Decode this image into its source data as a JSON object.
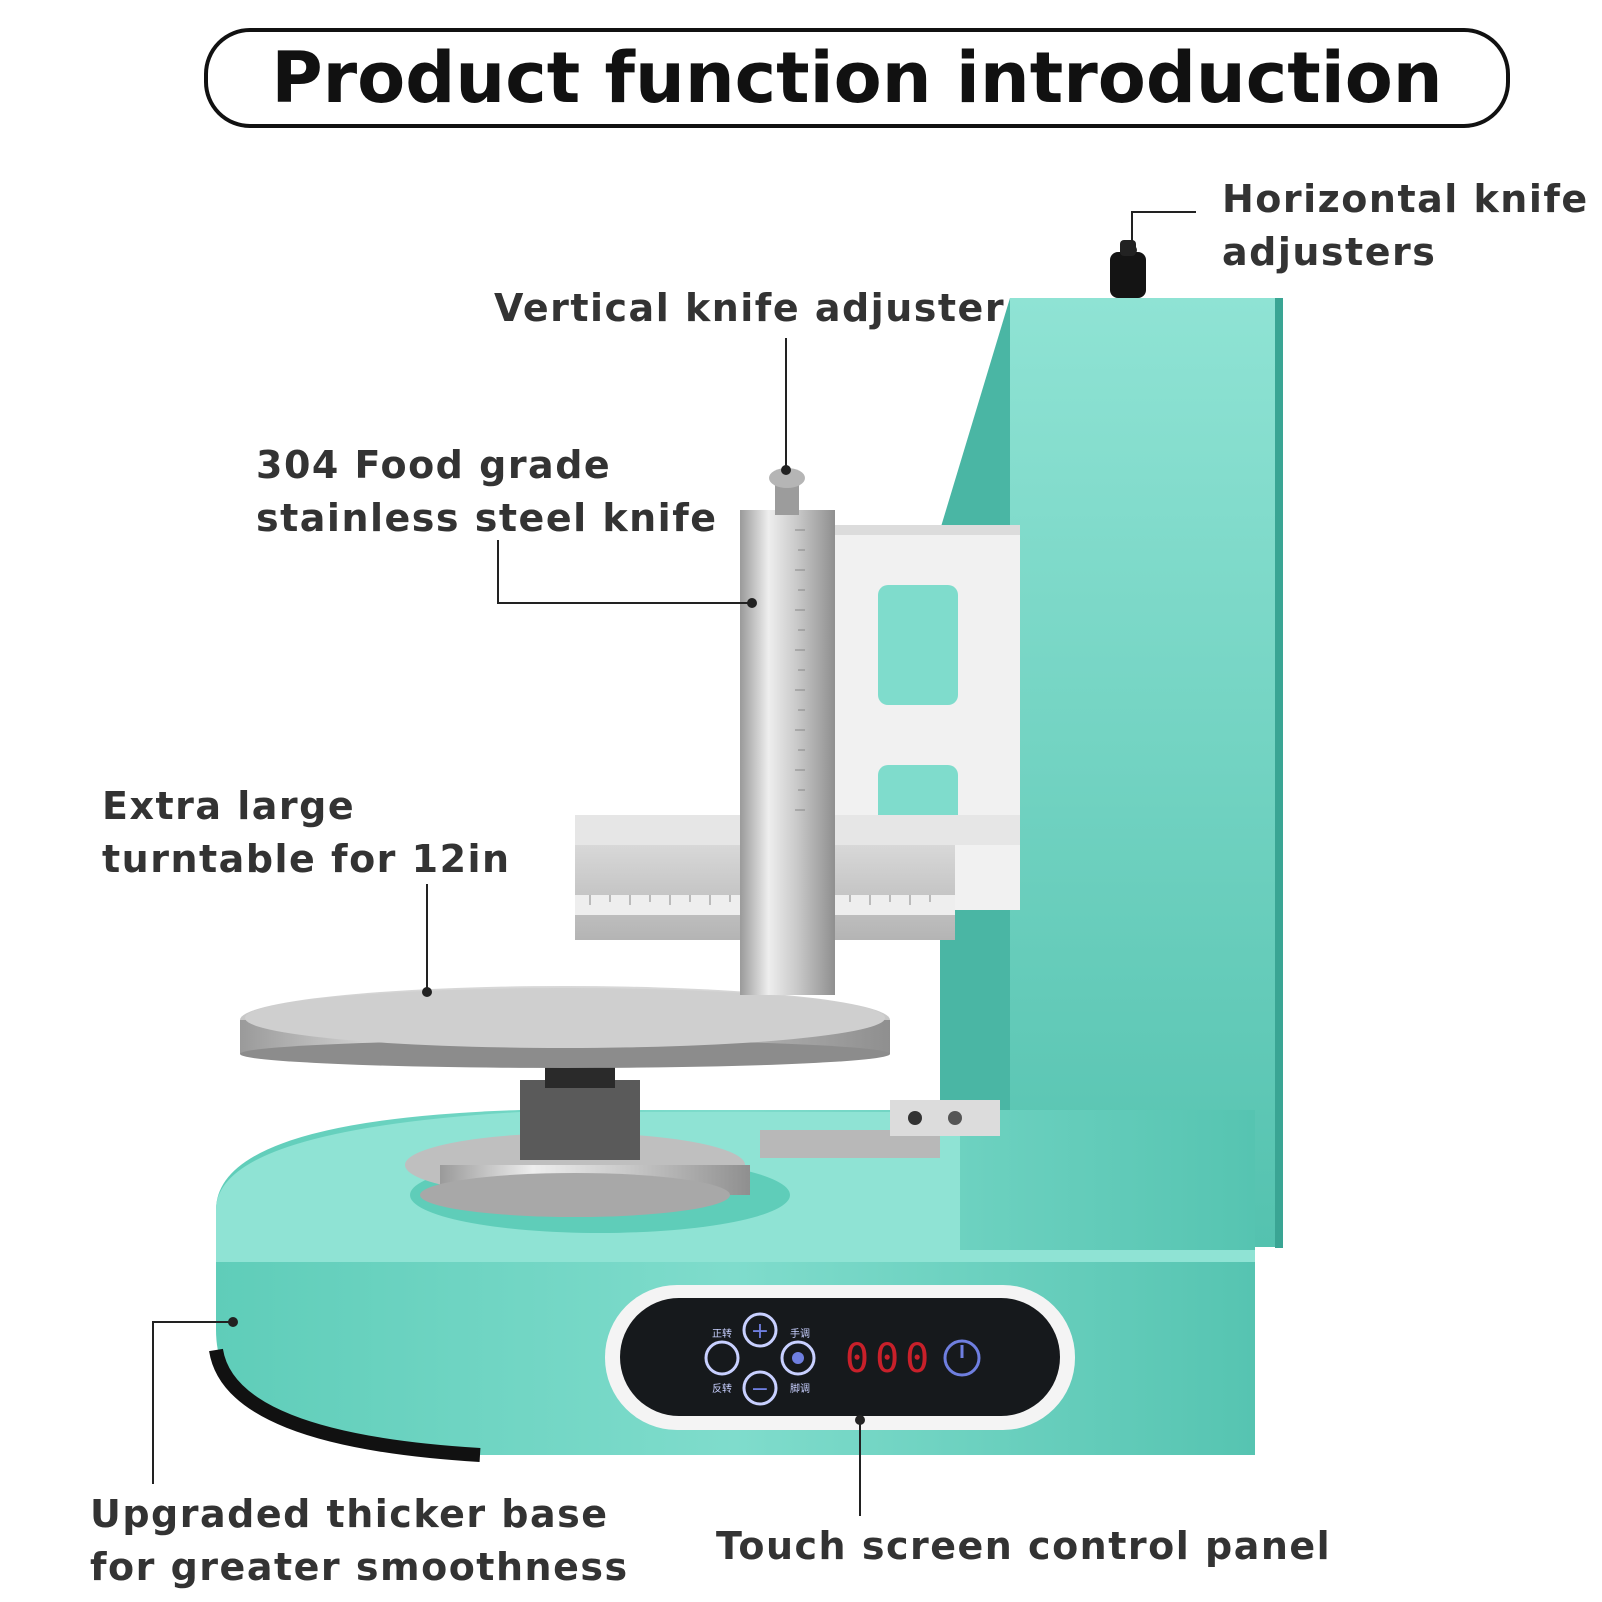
{
  "title": "Product function introduction",
  "callouts": {
    "horizontal_knife": {
      "line1": "Horizontal knife",
      "line2": "adjusters"
    },
    "vertical_knife": {
      "line1": "Vertical knife adjuster"
    },
    "steel_knife": {
      "line1": "304 Food grade",
      "line2": "stainless steel knife"
    },
    "turntable": {
      "line1": "Extra large",
      "line2": "turntable for 12in"
    },
    "base": {
      "line1": "Upgraded thicker base",
      "line2": "for greater smoothness"
    },
    "control_panel": {
      "line1": "Touch screen control panel"
    }
  },
  "control_panel": {
    "display": "000",
    "buttons": {
      "forward": "正转",
      "reverse": "反转",
      "manual": "手调",
      "foot": "脚调"
    }
  },
  "colors": {
    "machine_body": "#6fd6c4",
    "machine_shadow": "#4fbfae",
    "panel": "#16191c",
    "display_digits": "#c8202a",
    "button_icon": "#6f7fe0"
  }
}
